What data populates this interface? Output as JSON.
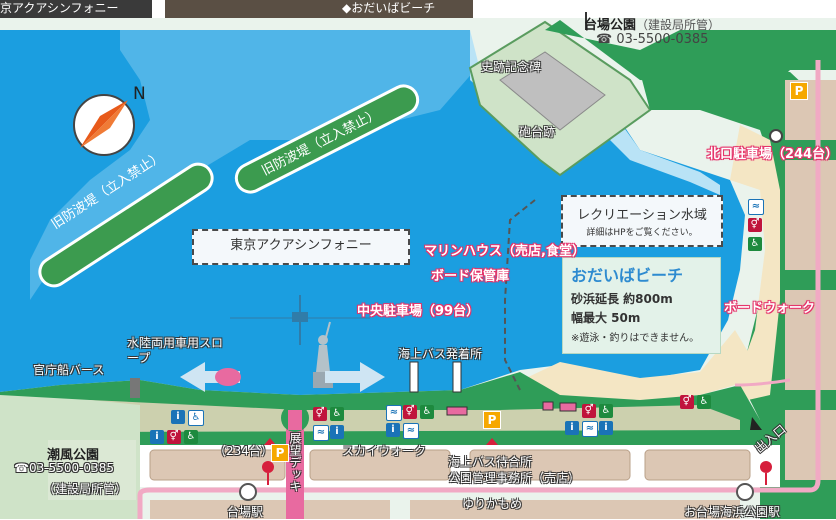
{
  "top_strip": {
    "left_caption": "京アクアシンフォニー",
    "center_caption": "◆おだいばビーチ"
  },
  "compass": {
    "letter": "N"
  },
  "daiba_park": {
    "name": "台場公園",
    "manager": "（建設局所管）",
    "phone_icon": "phone-icon",
    "phone": "03-5500-0385",
    "monument": "史跡記念碑",
    "battery_site": "砲台跡"
  },
  "shiokaze_park": {
    "name": "潮風公園",
    "phone": "03-5500-0385",
    "manager": "（建設局所管）"
  },
  "breakwaters": [
    {
      "text": "旧防波堤（立入禁止）"
    },
    {
      "text": "旧防波堤（立入禁止）"
    }
  ],
  "water_labels": {
    "aqua_symphony": "東京アクアシンフォニー",
    "recreation_title": "レクリエーション水域",
    "recreation_note": "詳細はHPをご覧ください。"
  },
  "beach_card": {
    "title": "おだいばビーチ",
    "line1": "砂浜延長 約800m",
    "line2": "幅最大 50m",
    "note": "※遊泳・釣りはできません。"
  },
  "facilities": {
    "north_parking": "北口駐車場（244台）",
    "central_parking": "中央駐車場（99台）",
    "parking_234": "（234台）",
    "marine_house": "マリンハウス（売店,食堂）",
    "boat_storage": "ボード保管庫",
    "boardwalk": "ボードウォーク",
    "water_bus_pier": "海上バス発着所",
    "water_bus_wait": "海上バス待合所",
    "park_office": "公園管理事務所（売店）",
    "amphibious_slope": "水陸両用車用スロープ",
    "government_berth": "官庁船バース",
    "sky_walk": "スカイウォーク",
    "observation_deck": "展望デッキ",
    "entrance": "出入口",
    "parking_letter": "P"
  },
  "stations": {
    "daiba": "台場駅",
    "yurikamome": "ゆりかもめ",
    "seaside_park": "お台場海浜公園駅"
  },
  "colors": {
    "water": "#1b9ee0",
    "shallow": "#b9e3f6",
    "park_green": "#2f9d58",
    "breakwater_green": "#3c9b4f",
    "sand": "#f4e6c4",
    "road_pink": "#f1a9c4",
    "block_tan": "#dcc7b4",
    "label_pink": "#e5336a",
    "beach_title": "#2e8bd0"
  }
}
